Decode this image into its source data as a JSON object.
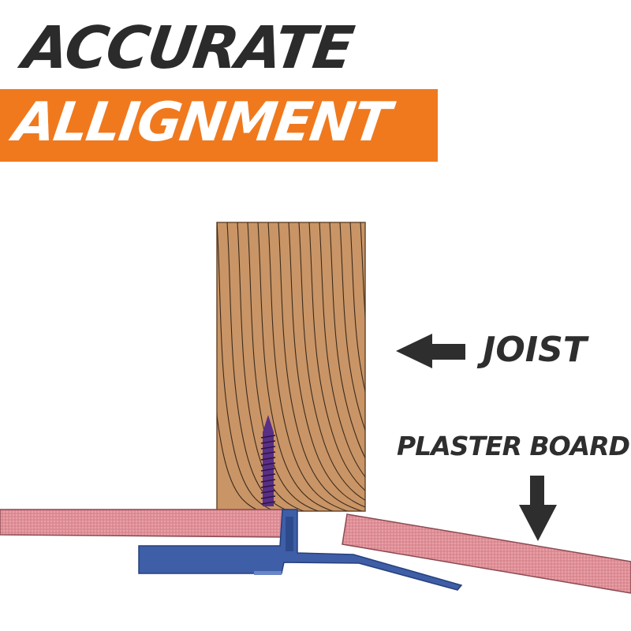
{
  "headline": {
    "line1": "ACCURATE",
    "line2": "ALLIGNMENT"
  },
  "labels": {
    "joist": "JOIST",
    "board": "PLASTER BOARD"
  },
  "colors": {
    "accent": "#f0791e",
    "wood": "#c99566",
    "grain": "#3b2a1c",
    "board": "#df8e96",
    "tool": "#3f5ea8",
    "screw": "#5a2f86",
    "arrow": "#2e2e2e"
  },
  "icons": [
    "arrow-left-icon",
    "arrow-down-icon",
    "screw-icon"
  ]
}
